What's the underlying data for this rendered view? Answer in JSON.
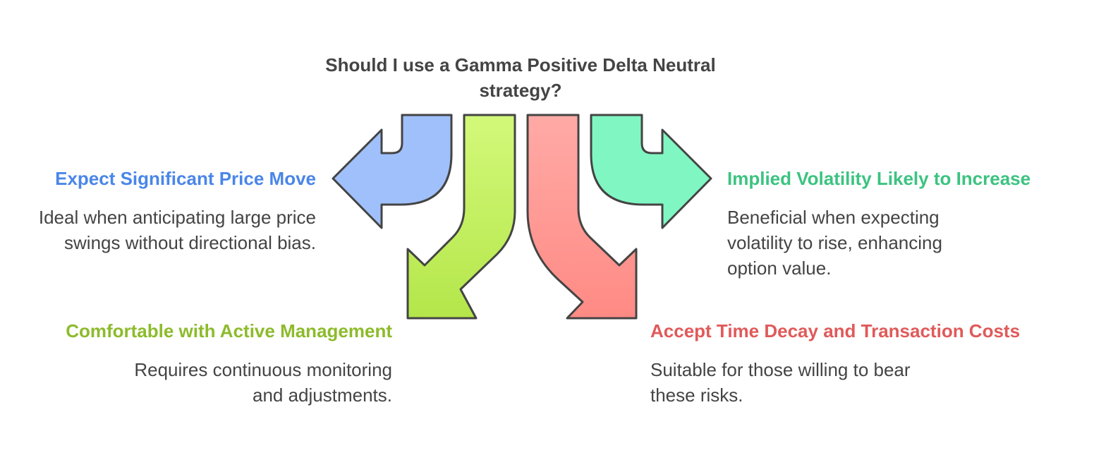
{
  "title": "Should I use a Gamma Positive Delta Neutral strategy?",
  "options": [
    {
      "key": "price-move",
      "heading": "Expect Significant Price Move",
      "description": "Ideal when anticipating large price swings without directional bias.",
      "color": "#4a86e8",
      "arrow_fill": "#9fc0fb"
    },
    {
      "key": "active-management",
      "heading": "Comfortable with Active Management",
      "description": "Requires continuous monitoring and adjustments.",
      "color": "#8dbb2c",
      "arrow_fill_top": "#d3f97a",
      "arrow_fill_bottom": "#b4e64a"
    },
    {
      "key": "time-decay",
      "heading": "Accept Time Decay and Transaction Costs",
      "description": "Suitable for those willing to bear these risks.",
      "color": "#e05a5a",
      "arrow_fill_top": "#ffaaa6",
      "arrow_fill_bottom": "#ff8a84"
    },
    {
      "key": "volatility",
      "heading": "Implied Volatility Likely to Increase",
      "description": "Beneficial when expecting volatility to rise, enhancing option value.",
      "color": "#3cc381",
      "arrow_fill": "#80f7c2"
    }
  ],
  "stroke_color": "#444444"
}
